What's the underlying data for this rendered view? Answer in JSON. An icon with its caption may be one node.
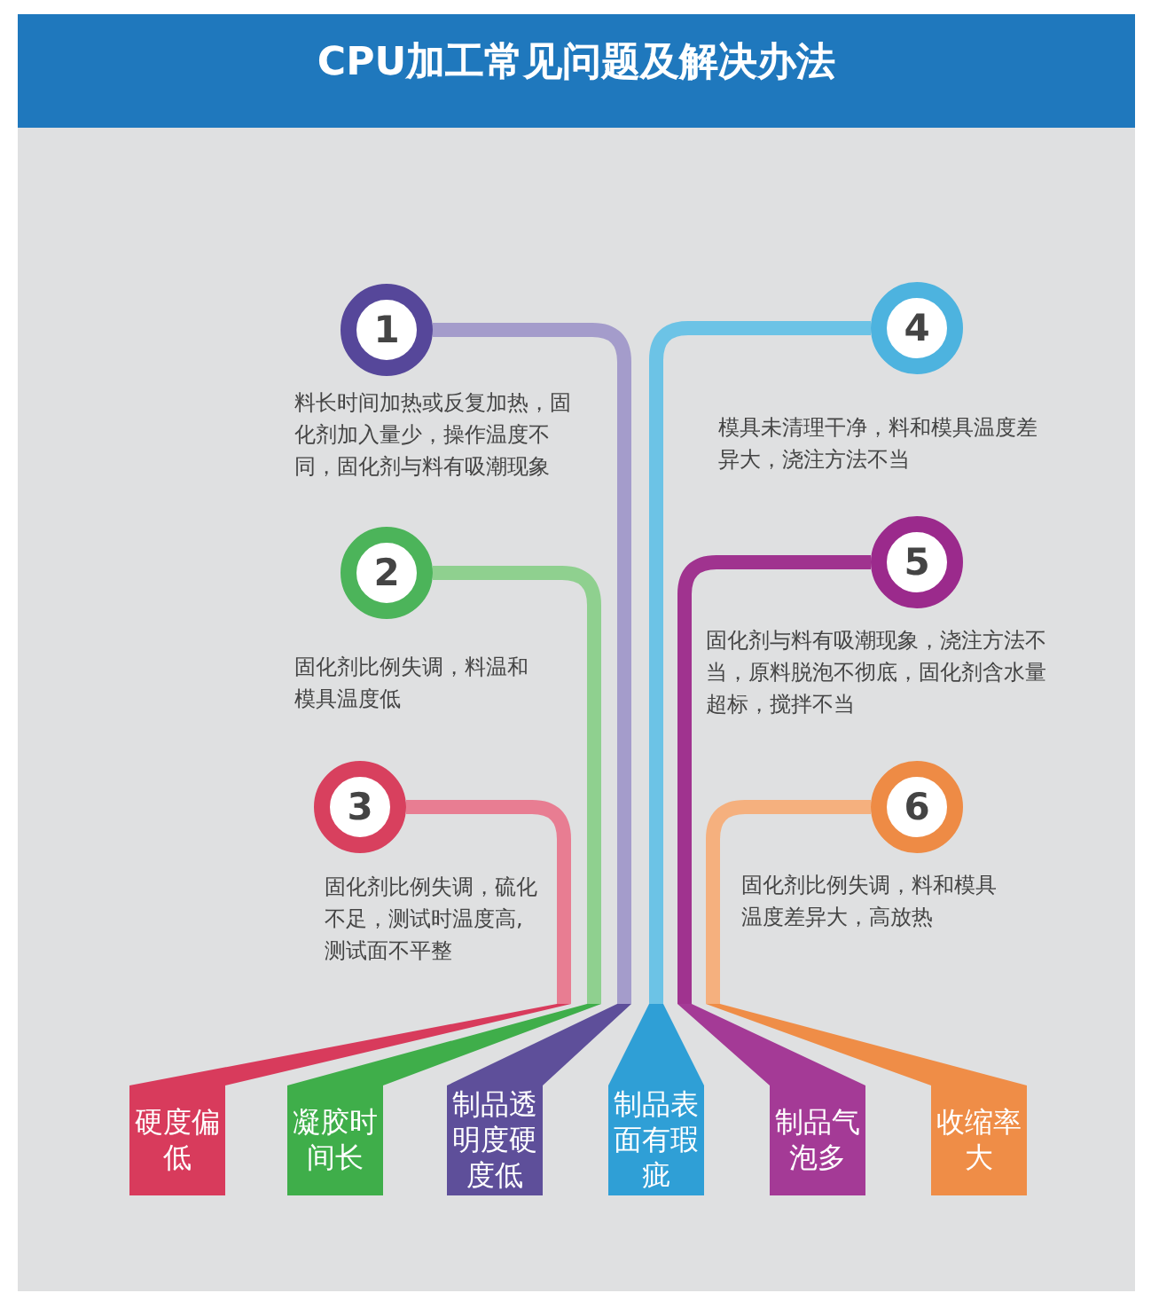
{
  "diagram": {
    "title": "CPU加工常见问题及解决办法",
    "nodes": [
      {
        "text": [
          "1"
        ],
        "beside": [
          "料长时间加热或反复加热，固化剂加入量少，操作温度不同，固化剂与料有吸潮现象"
        ]
      },
      {
        "text": [
          "2"
        ],
        "beside": [
          "固化剂比例失调，料温和模具温度低"
        ]
      },
      {
        "text": [
          "3"
        ],
        "beside": [
          "固化剂比例失调，硫化不足，测试时温度高,测试面不平整"
        ]
      },
      {
        "text": [
          "4"
        ],
        "beside": [
          "模具未清理干净，料和模具温度差异大，浇注方法不当"
        ]
      },
      {
        "text": [
          "5"
        ],
        "beside": [
          "固化剂与料有吸潮现象，浇注方法不当，原料脱泡不彻底，固化剂含水量超标，搅拌不当"
        ]
      },
      {
        "text": [
          "6"
        ],
        "beside": [
          "固化剂比例失调，料和模具温度差异大，高放热"
        ]
      },
      {
        "text": [
          "硬度偏低"
        ]
      },
      {
        "text": [
          "凝胶时间长"
        ]
      },
      {
        "text": [
          "制品透明度硬度低"
        ]
      },
      {
        "text": [
          "制品表面有瑕疵"
        ]
      },
      {
        "text": [
          "制品气泡多"
        ]
      },
      {
        "text": [
          "收缩率大"
        ]
      }
    ],
    "edges": [
      {
        "from": 0,
        "to": 8,
        "arrow": "none",
        "color": "#a49ccb"
      },
      {
        "from": 1,
        "to": 7,
        "arrow": "none",
        "color": "#8fd08f"
      },
      {
        "from": 2,
        "to": 6,
        "arrow": "none",
        "color": "#e87d92"
      },
      {
        "from": 3,
        "to": 9,
        "arrow": "none",
        "color": "#6cc3e6"
      },
      {
        "from": 4,
        "to": 10,
        "arrow": "none",
        "color": "#a0338f"
      },
      {
        "from": 5,
        "to": 11,
        "arrow": "none",
        "color": "#f5b07e"
      }
    ]
  }
}
